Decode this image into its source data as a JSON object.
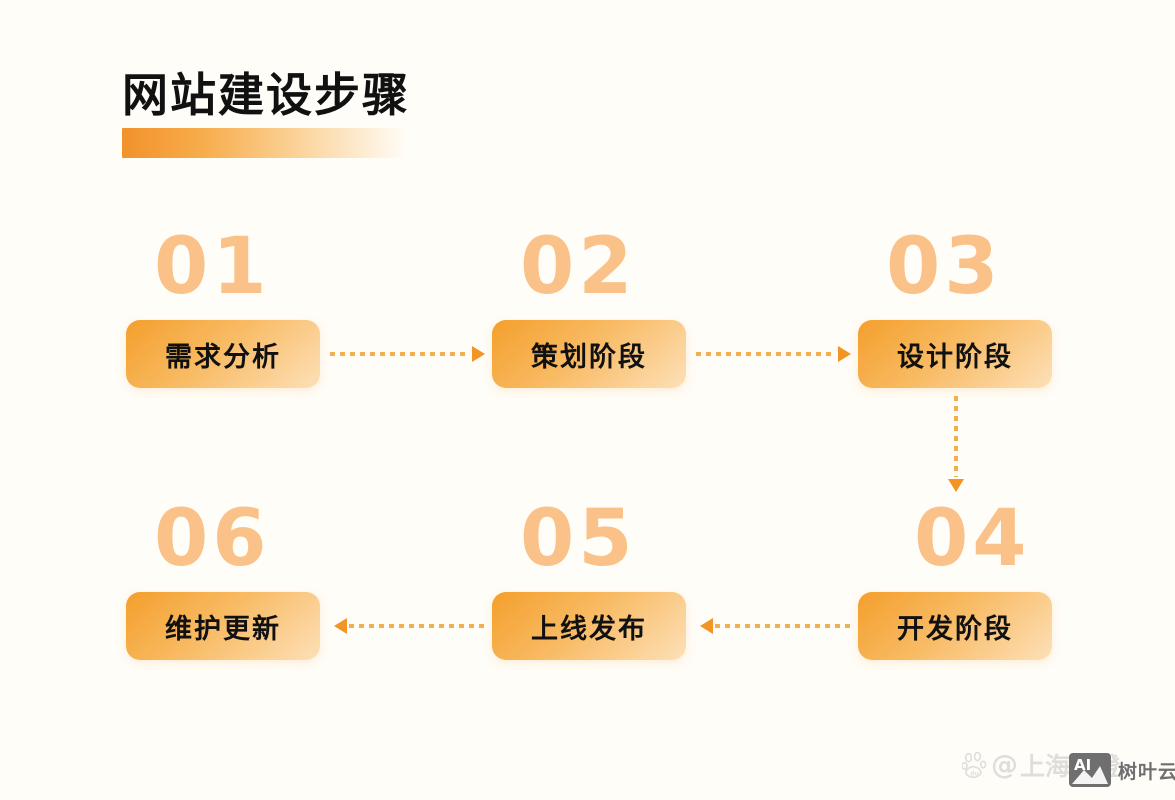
{
  "page": {
    "background_color": "#FFFDF8",
    "title": "网站建设步骤"
  },
  "theme": {
    "accent_orange": "#F39423",
    "box_gradient_start": "#F49F2C",
    "box_gradient_end": "#FDE0B8",
    "number_color": "#FAC289",
    "dot_color": "#F4AE52",
    "text_color": "#111111"
  },
  "steps": [
    {
      "number": "01",
      "label": "需求分析"
    },
    {
      "number": "02",
      "label": "策划阶段"
    },
    {
      "number": "03",
      "label": "设计阶段"
    },
    {
      "number": "04",
      "label": "开发阶段"
    },
    {
      "number": "05",
      "label": "上线发布"
    },
    {
      "number": "06",
      "label": "维护更新"
    }
  ],
  "connectors": [
    {
      "id": "c1",
      "from": "01",
      "to": "02",
      "direction": "right"
    },
    {
      "id": "c2",
      "from": "02",
      "to": "03",
      "direction": "right"
    },
    {
      "id": "c3",
      "from": "03",
      "to": "04",
      "direction": "down"
    },
    {
      "id": "c4",
      "from": "04",
      "to": "05",
      "direction": "left"
    },
    {
      "id": "c5",
      "from": "05",
      "to": "06",
      "direction": "left"
    }
  ],
  "watermarks": {
    "baidu": {
      "icon": "baidu-paw-icon",
      "paw_label": "du",
      "at_symbol": "@",
      "account": "上海百橙"
    },
    "brand": {
      "icon": "ai-image-icon",
      "icon_label": "AI",
      "text": "树叶云"
    }
  }
}
